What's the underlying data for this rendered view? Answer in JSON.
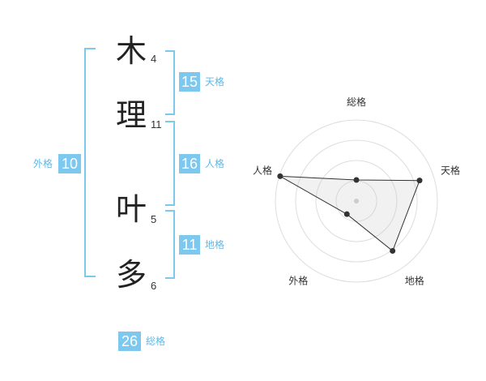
{
  "characters": [
    {
      "char": "木",
      "strokes": "4"
    },
    {
      "char": "理",
      "strokes": "11"
    },
    {
      "char": "叶",
      "strokes": "5"
    },
    {
      "char": "多",
      "strokes": "6"
    }
  ],
  "kakusu": {
    "tenkaku": {
      "value": "15",
      "label": "天格"
    },
    "jinkaku": {
      "value": "16",
      "label": "人格"
    },
    "chikaku": {
      "value": "11",
      "label": "地格"
    },
    "gaikaku": {
      "value": "10",
      "label": "外格"
    },
    "soukaku": {
      "value": "26",
      "label": "総格"
    }
  },
  "colors": {
    "accent": "#7cc8ef",
    "accent_text": "#5fb8e6"
  },
  "chart_data": {
    "type": "radar",
    "axes": [
      "総格",
      "天格",
      "地格",
      "外格",
      "人格"
    ],
    "values": [
      0.26,
      0.82,
      0.76,
      0.2,
      0.99
    ],
    "max": 1,
    "rings": 4,
    "grid": true
  }
}
